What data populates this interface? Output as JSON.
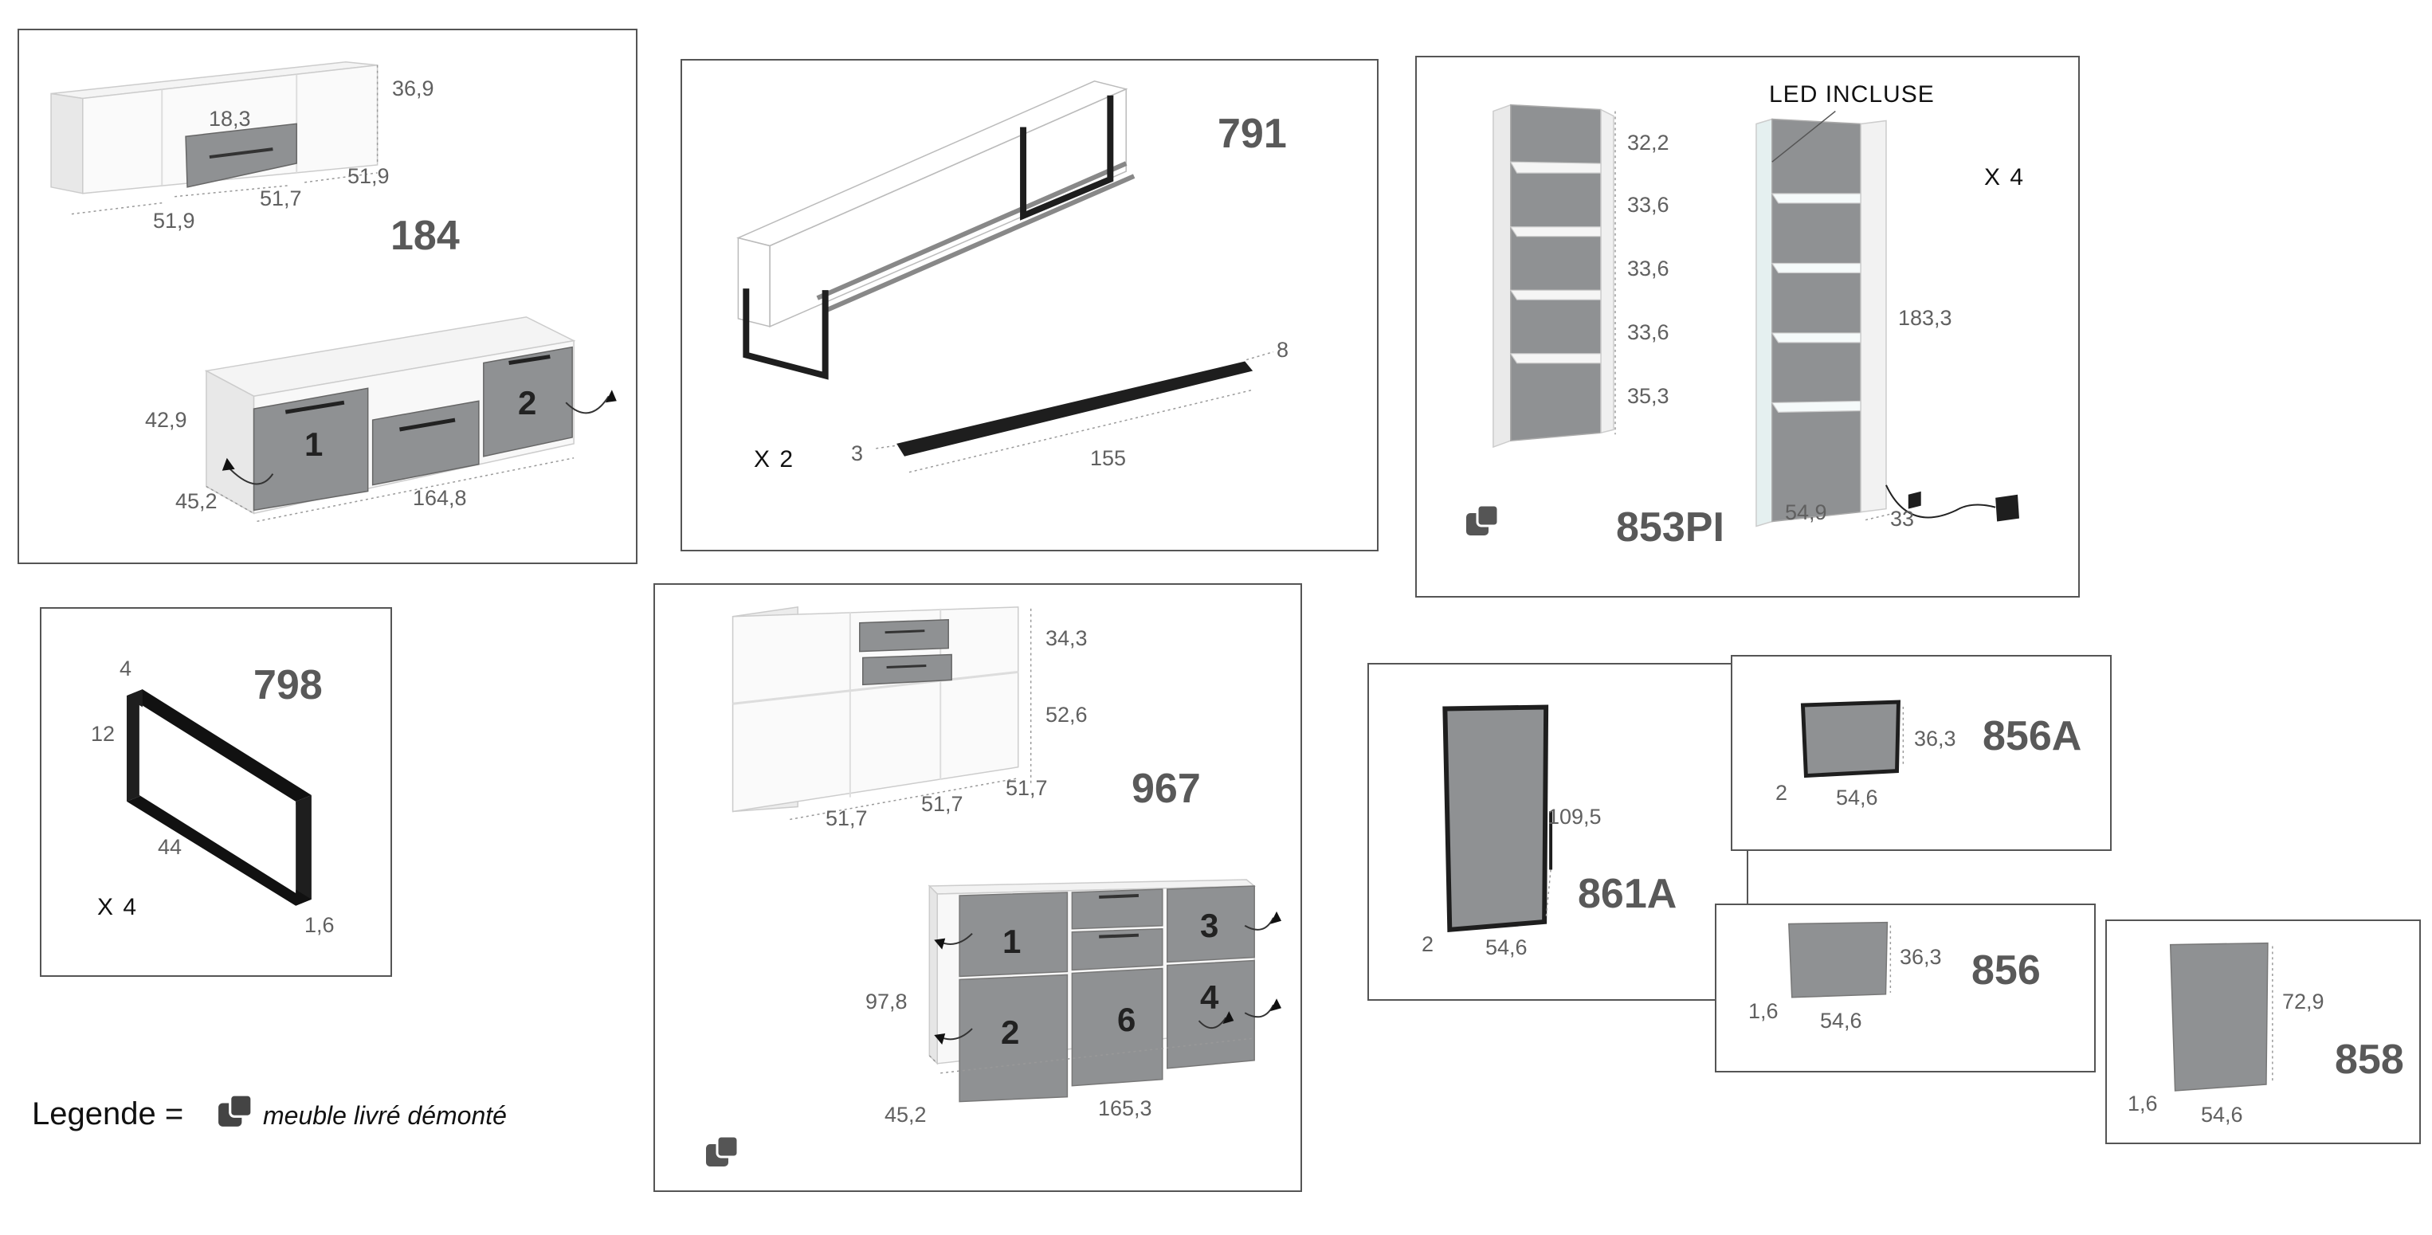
{
  "colors": {
    "border": "#555555",
    "panel_gray": "#8f9193",
    "frame_black": "#1e1e1e",
    "text_dim": "#606060"
  },
  "item_184": {
    "code": "184",
    "dims": [
      "36,9",
      "18,3",
      "51,7",
      "51,9",
      "51,9",
      "42,9",
      "45,2",
      "164,8"
    ],
    "doors": [
      "1",
      "2"
    ]
  },
  "item_791": {
    "code": "791",
    "qty": "X 2",
    "dims": [
      "8",
      "3",
      "155"
    ]
  },
  "item_853pi": {
    "code": "853PI",
    "led_label": "LED INCLUSE",
    "qty": "X 4",
    "dims": [
      "32,2",
      "33,6",
      "33,6",
      "33,6",
      "35,3",
      "183,3",
      "54,9",
      "33"
    ],
    "icon": "disassembled-furniture-icon"
  },
  "item_798": {
    "code": "798",
    "qty": "X 4",
    "dims": [
      "4",
      "12",
      "44",
      "1,6"
    ]
  },
  "item_967": {
    "code": "967",
    "dims": [
      "34,3",
      "52,6",
      "51,7",
      "51,7",
      "51,7",
      "97,8",
      "45,2",
      "165,3"
    ],
    "doors": [
      "1",
      "2",
      "3",
      "4",
      "6"
    ],
    "icon": "disassembled-furniture-icon"
  },
  "item_861a": {
    "code": "861A",
    "dims": [
      "109,5",
      "2",
      "54,6"
    ]
  },
  "item_856a": {
    "code": "856A",
    "dims": [
      "36,3",
      "2",
      "54,6"
    ]
  },
  "item_856": {
    "code": "856",
    "dims": [
      "36,3",
      "1,6",
      "54,6"
    ]
  },
  "item_858": {
    "code": "858",
    "dims": [
      "72,9",
      "1,6",
      "54,6"
    ]
  },
  "legend": {
    "label": "Legende =",
    "description": "meuble livré démonté",
    "icon": "disassembled-furniture-icon"
  }
}
